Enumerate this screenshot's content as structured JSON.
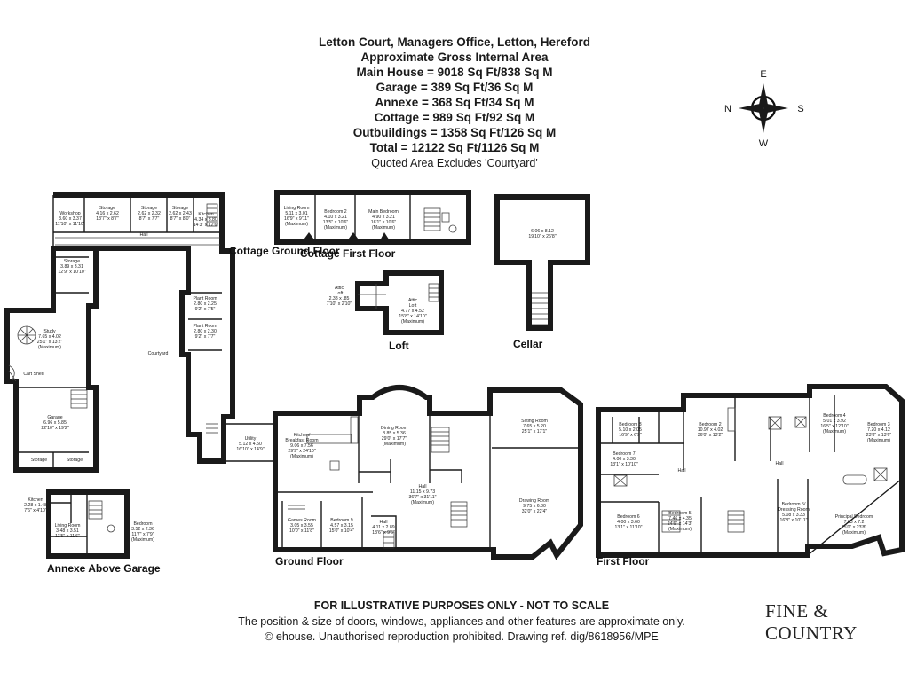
{
  "header": {
    "title": "Letton Court, Managers Office, Letton, Hereford",
    "subtitle": "Approximate Gross Internal Area",
    "areas": [
      "Main House = 9018 Sq Ft/838 Sq M",
      "Garage = 389 Sq Ft/36 Sq M",
      "Annexe = 368 Sq Ft/34 Sq M",
      "Cottage = 989 Sq Ft/92 Sq M",
      "Outbuildings = 1358 Sq Ft/126 Sq M",
      "Total = 12122 Sq Ft/1126 Sq M"
    ],
    "note": "Quoted Area Excludes 'Courtyard'"
  },
  "compass": {
    "north": "N",
    "south": "S",
    "east": "E",
    "west": "W"
  },
  "sections": {
    "cottage_ground": "Cottage Ground Floor",
    "cottage_first": "Cottage First Floor",
    "loft": "Loft",
    "cellar": "Cellar",
    "annexe": "Annexe Above Garage",
    "ground": "Ground Floor",
    "first": "First Floor"
  },
  "rooms": {
    "workshop": [
      "Workshop",
      "3.60 x 3.37",
      "11'10\" x 11'10\""
    ],
    "storage1": [
      "Storage",
      "4.16 x 2.62",
      "13'7\" x 8'7\""
    ],
    "storage2": [
      "Storage",
      "2.62 x 2.32",
      "8'7\" x 7'7\""
    ],
    "storage3": [
      "Storage",
      "2.62 x 2.43",
      "8'7\" x 8'0\""
    ],
    "kitchen_c": [
      "Kitchen",
      "4.34 x 3.80",
      "14'3\" x 12'6\""
    ],
    "hall_c": [
      "Hall"
    ],
    "storage4": [
      "Storage",
      "3.89 x 3.31",
      "12'9\" x 10'10\""
    ],
    "study": [
      "Study",
      "7.65 x 4.02",
      "25'1\" x 13'2\"",
      "(Maximum)"
    ],
    "plant1": [
      "Plant Room",
      "2.80 x 2.25",
      "9'2\" x 7'5\""
    ],
    "plant2": [
      "Plant Room",
      "2.80 x 2.30",
      "9'2\" x 7'7\""
    ],
    "courtyard": [
      "Courtyard"
    ],
    "cartshed": [
      "Cart Shed"
    ],
    "garage": [
      "Garage",
      "6.96 x 5.85",
      "22'10\" x 19'2\""
    ],
    "storage5": [
      "Storage"
    ],
    "storage6": [
      "Storage"
    ],
    "living_c": [
      "Living Room",
      "5.11 x 3.01",
      "16'9\" x 9'11\"",
      "(Maximum)"
    ],
    "bed2_c": [
      "Bedroom 2",
      "4.10 x 3.21",
      "13'5\" x 10'6\"",
      "(Maximum)"
    ],
    "master_c": [
      "Main Bedroom",
      "4.90 x 3.21",
      "16'1\" x 10'6\"",
      "(Maximum)"
    ],
    "cellar": [
      "6.06 x 8.12",
      "19'10\" x 26'8\""
    ],
    "attic_loft": [
      "Attic",
      "Loft",
      "2.38 x .85",
      "7'10\" x 2'10\""
    ],
    "attic": [
      "Attic",
      "Loft",
      "4.77 x 4.52",
      "15'8\" x 14'10\"",
      "(Maximum)"
    ],
    "utility": [
      "Utility",
      "5.12 x 4.50",
      "16'10\" x 14'9\""
    ],
    "kitchen": [
      "Kitchen/",
      "Breakfast Room",
      "9.06 x 7.56",
      "29'9\" x 24'10\"",
      "(Maximum)"
    ],
    "dining": [
      "Dining Room",
      "8.85 x 5.36",
      "29'0\" x 17'7\"",
      "(Maximum)"
    ],
    "sitting": [
      "Sitting Room",
      "7.65 x 5.20",
      "25'1\" x 17'1\""
    ],
    "hall_g": [
      "Hall",
      "11.15 x 9.73",
      "36'7\" x 31'11\"",
      "(Maximum)"
    ],
    "drawing": [
      "Drawing Room",
      "9.75 x 6.80",
      "32'0\" x 22'4\""
    ],
    "games": [
      "Games Room",
      "3.05 x 3.55",
      "10'0\" x 11'8\""
    ],
    "bed9": [
      "Bedroom 9",
      "4.57 x 3.15",
      "15'0\" x 10'4\""
    ],
    "hall2_g": [
      "Hall",
      "4.11 x 2.89",
      "13'6\" x 9'6\""
    ],
    "kitchen_a": [
      "Kitchen",
      "2.28 x 1.48",
      "7'6\" x 4'10\""
    ],
    "living_a": [
      "Living Room",
      "3.48 x 3.51",
      "11'5\" x 11'6\""
    ],
    "bed_a": [
      "Bedroom",
      "3.52 x 2.36",
      "11'7\" x 7'9\"",
      "(Maximum)"
    ],
    "bed8": [
      "Bedroom 8",
      "5.10 x 2.05",
      "16'9\" x 6'9\""
    ],
    "bed2": [
      "Bedroom 2",
      "10.97 x 4.02",
      "36'0\" x 13'2\""
    ],
    "bed4": [
      "Bedroom 4",
      "5.01 x 3.92",
      "16'5\" x 12'10\"",
      "(Maximum)"
    ],
    "bed3": [
      "Bedroom 3",
      "7.20 x 4.12",
      "23'8\" x 13'6\"",
      "(Maximum)"
    ],
    "bed7": [
      "Bedroom 7",
      "4.00 x 3.30",
      "13'1\" x 10'10\""
    ],
    "hall_f": [
      "Hall"
    ],
    "hall_f2": [
      "Hall"
    ],
    "bed6": [
      "Bedroom 6",
      "4.00 x 3.60",
      "13'1\" x 11'10\""
    ],
    "bed5": [
      "Bedroom 5",
      "7.46 x 4.35",
      "24'6\" x 14'3\"",
      "(Maximum)"
    ],
    "bed5d": [
      "Bedroom 5/",
      "Dressing Room",
      "5.08 x 3.33",
      "16'8\" x 10'11\""
    ],
    "principal": [
      "Principal Bedroom",
      "7.63 x 7.2",
      "25'0\" x 23'8\"",
      "(Maximum)"
    ]
  },
  "footer": {
    "disclaimer": "FOR ILLUSTRATIVE PURPOSES ONLY - NOT TO SCALE",
    "line2": "The position & size of doors, windows, appliances and other features are approximate only.",
    "line3": "© ehouse. Unauthorised reproduction prohibited. Drawing ref. dig/8618956/MPE"
  },
  "logo": "FINE & COUNTRY"
}
